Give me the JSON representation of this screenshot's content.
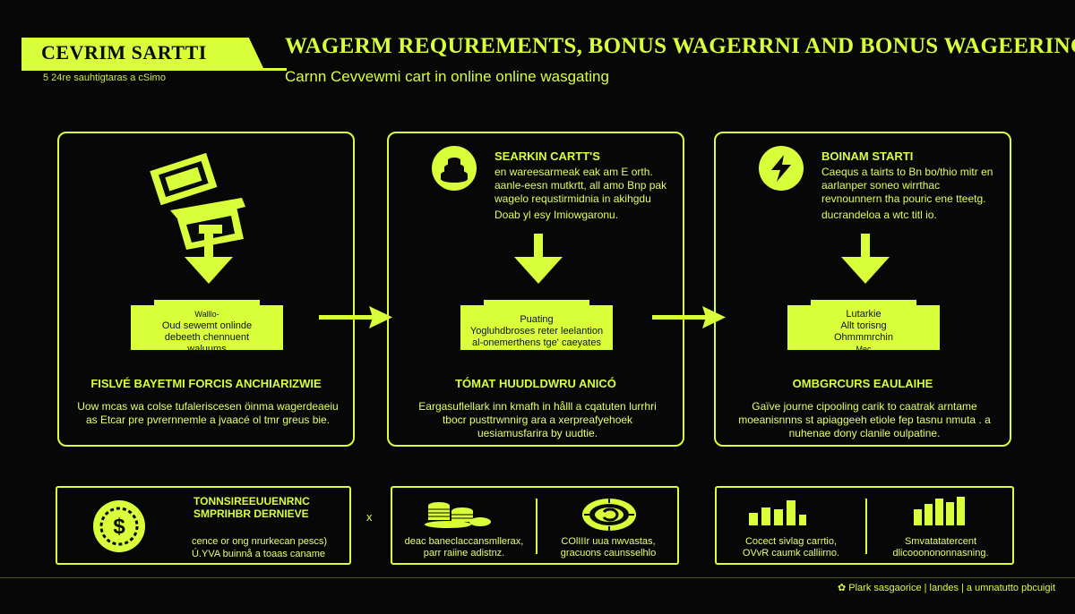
{
  "header": {
    "badge_title": "CEVRIM SARTTI",
    "badge_subtitle": "5 24re sauhtigtaras a cSimo",
    "title": "WAGERM REQUREMENTS, BONUS WAGERRNI AND BONUS WAGEERING",
    "subtitle": "Carnn Cevvewmi cart in online online wasgating"
  },
  "steps": [
    {
      "head_title": "",
      "head_desc": "",
      "head_foot": "",
      "box_text": [
        "Walllo-",
        "Oud sewemt onlinde",
        "debeeth chennuent",
        "waluums"
      ],
      "title": "FISLVÉ BAYETMI FORCIS ANCHIARIZWIE",
      "desc": "Uow mcas wa colse tufaleriscesen öinma wagerdeaeiu as Etcar pre pvrernnemle a jvaacé ol tmr greus bie.",
      "icon": "banknote-icon"
    },
    {
      "head_title": "SEARKIN CARTT'S",
      "head_desc": "en wareesarmeak eak am E orth. aanle-eesn mutkrtt, all amo Bnp pak wagelo requstirmidnia in akihgdu",
      "head_foot": "Doab yl esy Imiowgaronu.",
      "box_text": [
        "Puating",
        "Yogluhdbroses reter leelantion",
        "al-onemerthens tge' caeyates"
      ],
      "title": "TÓMAT HUUDLDWRU ANICÓ",
      "desc": "Eargasuflellark inn kmafh in hålll a cqatuten lurrhri tbocr pusttrwnnirg ara a xerpreafyehoek uesiamusfarira by uudtie.",
      "icon": "coin-stack-icon"
    },
    {
      "head_title": "BOINAM STARTI",
      "head_desc": "Caequs a tairts to Bn bo/thio mitr en aarlanper soneo wirrthac revnounnern tha pouric ene tteetg.",
      "head_foot": "ducrandeloa a wtc titl io.",
      "box_text": [
        "Lutarkie",
        "Allt torisng",
        "Ohmmmrchin",
        "Mec"
      ],
      "title": "OMBGRCURS EAULAIHE",
      "desc": "Gaïve journe cipooling carik to caatrak arntame moeanisnnns st apiaggeeh etiole fep tasnu nmuta . a nuhenae dony clanile oulpatine.",
      "icon": "lightning-icon"
    }
  ],
  "bottom": {
    "box1": {
      "title_line1": "TONNSIREEUUENRNC",
      "title_line2": "SMPRIHBR DERNIEVE",
      "text_line1": "cence or ong nrurkecan pescs)",
      "text_line2": "Ú.YVA buinnå a toaas caname",
      "icon": "dollar-coin-icon"
    },
    "separator": "x",
    "box2": {
      "left_line1": "deac baneclaccansmllerax,",
      "left_line2": "parr raiine adistnz.",
      "right_line1": "COlIIIr uua nwvastas,",
      "right_line2": "gracuons caunsselhlo",
      "left_icon": "coin-pile-icon",
      "right_icon": "poker-chip-icon"
    },
    "box3": {
      "left_line1": "Cocect sivlag carrtio,",
      "left_line2": "OVvR caumk calliirno.",
      "right_line1": "Smvatatatercent",
      "right_line2": "dlicooonononnasning.",
      "left_icon": "bar-chart-icon",
      "right_icon": "bar-chart-icon"
    }
  },
  "footer": {
    "text": "Plark sasgaorice  |  landes | a umnatutto pbcuigit"
  },
  "colors": {
    "accent": "#d8ff3a",
    "background": "#070707"
  }
}
